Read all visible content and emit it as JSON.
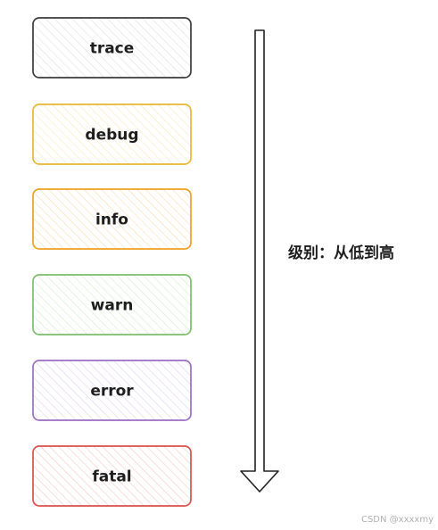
{
  "levels": [
    {
      "label": "trace",
      "stroke": "#3b3b3b",
      "hatch": "#e0e0e0"
    },
    {
      "label": "debug",
      "stroke": "#e8b830",
      "hatch": "#f8e7b5"
    },
    {
      "label": "info",
      "stroke": "#f0a020",
      "hatch": "#fbdcae"
    },
    {
      "label": "warn",
      "stroke": "#7cbf6a",
      "hatch": "#d3ecca"
    },
    {
      "label": "error",
      "stroke": "#9a6fc2",
      "hatch": "#e1d3ee"
    },
    {
      "label": "fatal",
      "stroke": "#d9504a",
      "hatch": "#f5c9c6"
    }
  ],
  "arrow_label": "级别：从低到高",
  "arrow_direction": "down",
  "watermark": "CSDN @xxxxmy"
}
